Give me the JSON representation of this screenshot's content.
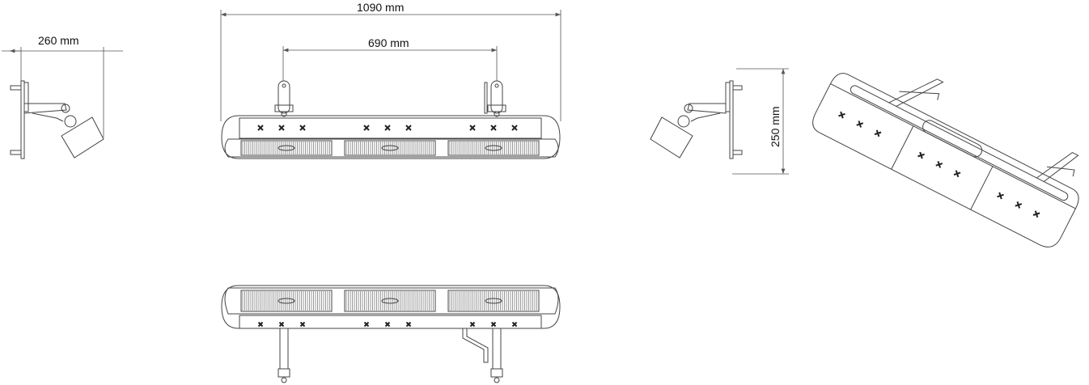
{
  "dimensions": {
    "overall_length": "1090 mm",
    "mount_spacing": "690 mm",
    "side_depth": "260 mm",
    "side_height": "250 mm"
  },
  "views": [
    "side-view-left",
    "front-view",
    "bottom-view",
    "side-view-right",
    "isometric-view"
  ],
  "heater_modules": 3,
  "line_color": "#444444"
}
